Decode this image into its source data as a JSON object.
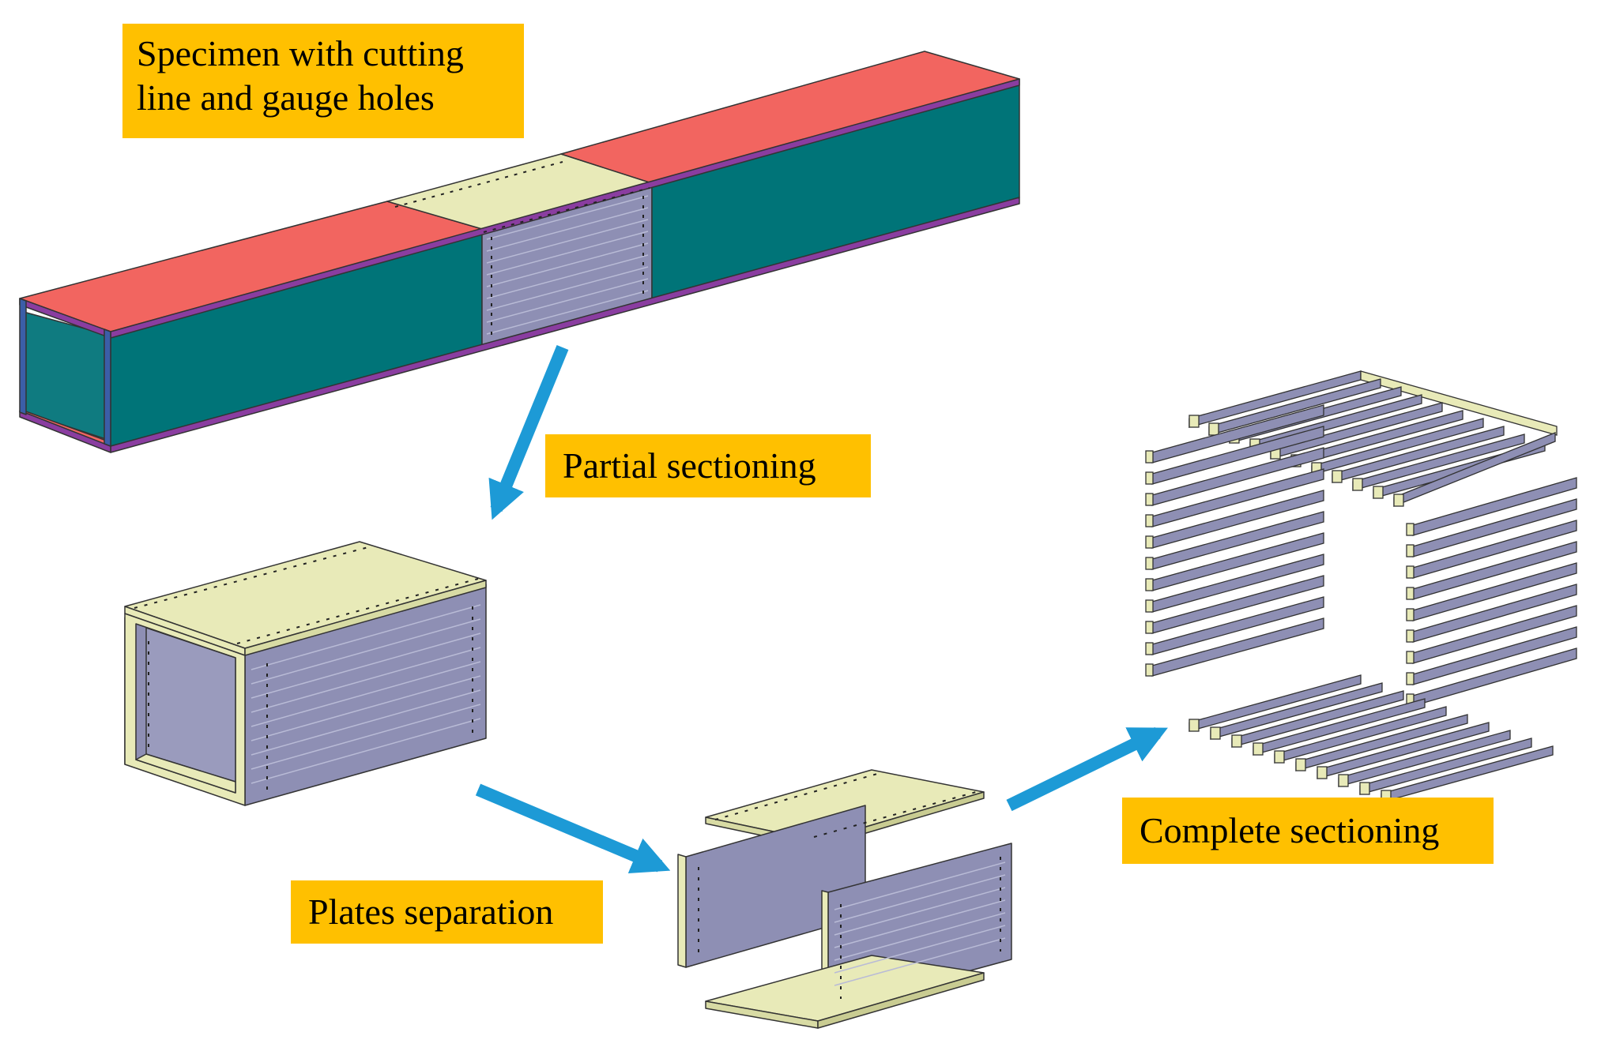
{
  "labels": {
    "specimen_line1": "Specimen with cutting",
    "specimen_line2": "line and gauge holes",
    "partial": "Partial sectioning",
    "plates": "Plates separation",
    "complete": "Complete sectioning"
  },
  "colors": {
    "label_bg": "#ffc000",
    "flange_red": "#f26560",
    "web_teal": "#007478",
    "edge_purple": "#8a3da0",
    "edge_blue": "#3b5ea8",
    "plate_yellow": "#e8eab8",
    "plate_grey": "#8e8fb4",
    "arrow_blue": "#1d9ad6"
  },
  "icons": [
    "arrow-down-left-icon",
    "arrow-right-down-icon",
    "arrow-up-right-icon"
  ]
}
